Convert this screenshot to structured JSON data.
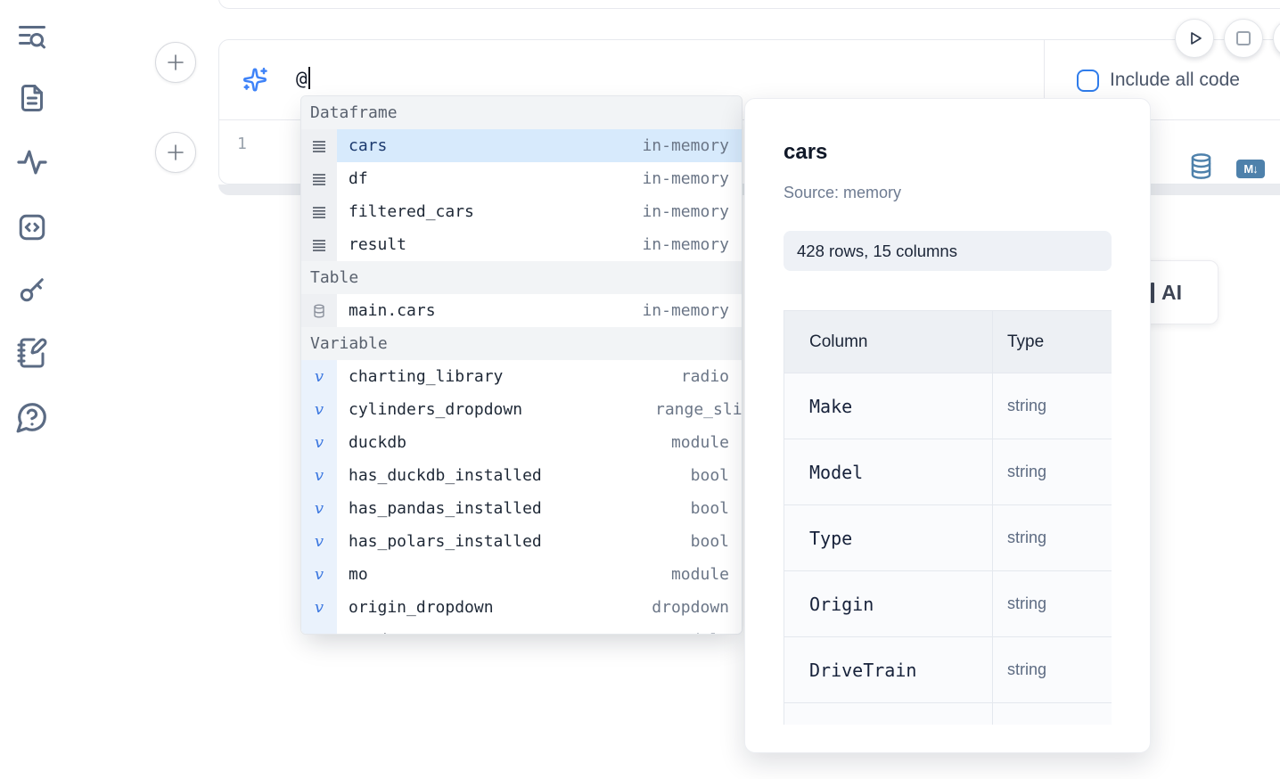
{
  "colors": {
    "accent_blue": "#3b82f6",
    "selection_blue": "#d7eafc",
    "cell_icon_blue": "#4e81ab"
  },
  "sidebar": {
    "items": [
      {
        "label": "search",
        "icon": "list-search-icon"
      },
      {
        "label": "files",
        "icon": "file-icon"
      },
      {
        "label": "activity",
        "icon": "activity-icon"
      },
      {
        "label": "snippets",
        "icon": "code-icon"
      },
      {
        "label": "secrets",
        "icon": "key-icon"
      },
      {
        "label": "scratchpad",
        "icon": "notebook-pen-icon"
      },
      {
        "label": "help",
        "icon": "help-bubble-icon"
      }
    ]
  },
  "run_controls": {
    "play": "run",
    "stop": "stop"
  },
  "toolbar": {
    "include_all_code_label": "Include all code",
    "include_all_code_checked": false
  },
  "ai_prompt": {
    "value": "@"
  },
  "editor": {
    "line_number": "1"
  },
  "cell_actions": {
    "markdown_badge": "M↓"
  },
  "ai_button": {
    "label": "AI"
  },
  "autocomplete": {
    "sections": [
      {
        "label": "Dataframe",
        "icon": "rows-icon",
        "items": [
          {
            "name": "cars",
            "type": "in-memory",
            "selected": true
          },
          {
            "name": "df",
            "type": "in-memory"
          },
          {
            "name": "filtered_cars",
            "type": "in-memory"
          },
          {
            "name": "result",
            "type": "in-memory"
          }
        ]
      },
      {
        "label": "Table",
        "icon": "database-icon",
        "items": [
          {
            "name": "main.cars",
            "type": "in-memory"
          }
        ]
      },
      {
        "label": "Variable",
        "icon": "variable-icon",
        "items": [
          {
            "name": "charting_library",
            "type": "radio"
          },
          {
            "name": "cylinders_dropdown",
            "type": "range_slider",
            "clipped": true
          },
          {
            "name": "duckdb",
            "type": "module"
          },
          {
            "name": "has_duckdb_installed",
            "type": "bool"
          },
          {
            "name": "has_pandas_installed",
            "type": "bool"
          },
          {
            "name": "has_polars_installed",
            "type": "bool"
          },
          {
            "name": "mo",
            "type": "module"
          },
          {
            "name": "origin_dropdown",
            "type": "dropdown"
          },
          {
            "name": "pandas",
            "type": "module",
            "partial": true
          }
        ]
      }
    ]
  },
  "preview": {
    "title": "cars",
    "source": "Source: memory",
    "shape": "428 rows, 15 columns",
    "table": {
      "headers": [
        "Column",
        "Type"
      ],
      "rows": [
        [
          "Make",
          "string"
        ],
        [
          "Model",
          "string"
        ],
        [
          "Type",
          "string"
        ],
        [
          "Origin",
          "string"
        ],
        [
          "DriveTrain",
          "string"
        ]
      ]
    }
  }
}
